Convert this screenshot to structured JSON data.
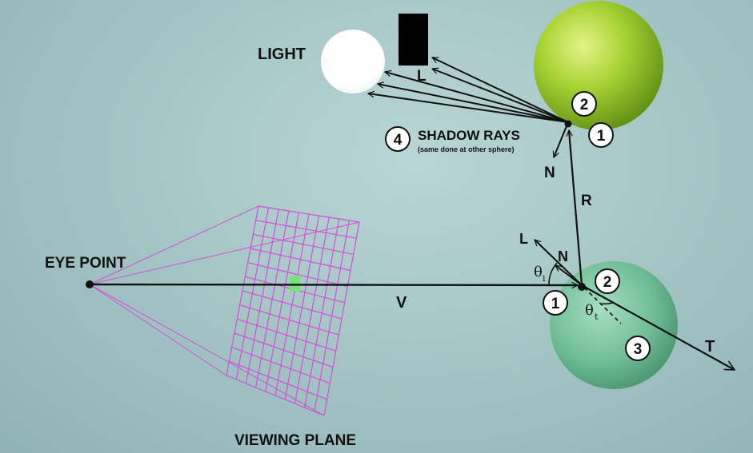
{
  "labels": {
    "light": "LIGHT",
    "shadow_rays": "SHADOW RAYS",
    "shadow_note": "(same done at other sphere)",
    "eye_point": "EYE POINT",
    "viewing_plane": "VIEWING PLANE",
    "vector_L_top": "L",
    "vector_N_top": "N",
    "vector_R": "R",
    "vector_V": "V",
    "vector_L": "L",
    "vector_N": "N",
    "vector_T": "T",
    "theta": "θ",
    "theta_i_sub": "i",
    "theta_t_sub": "t"
  },
  "markers": {
    "top_sphere_2": "2",
    "top_sphere_1": "1",
    "shadow_rays_4": "4",
    "bottom_sphere_1": "1",
    "bottom_sphere_2": "2",
    "refraction_3": "3"
  },
  "colors": {
    "background": "#a6c6c6",
    "upper_sphere": "#a9d434",
    "lower_sphere": "#6fbf95",
    "light_source": "#ffffff",
    "occluder": "#000000",
    "viewing_plane_grid": "#d24fd6",
    "active_pixel": "#7be07b",
    "rays": "#111111"
  }
}
